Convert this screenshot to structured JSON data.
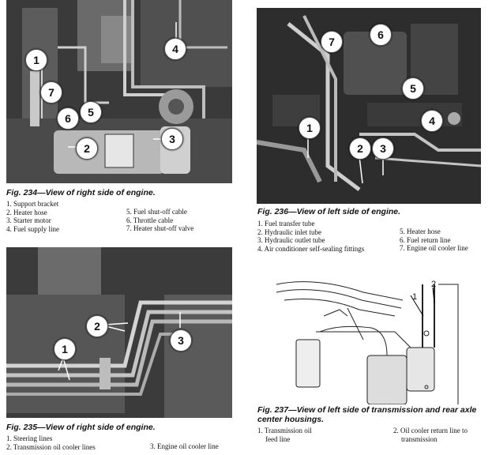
{
  "fig234": {
    "caption": "Fig. 234—View of right side of engine.",
    "callouts": [
      "1",
      "2",
      "3",
      "4",
      "5",
      "6",
      "7"
    ],
    "legend": {
      "col1": [
        "1. Support bracket",
        "2. Heater hose",
        "3. Starter motor",
        "4. Fuel supply line"
      ],
      "col2": [
        "5. Fuel shut-off cable",
        "6. Throttle cable",
        "7. Heater shut-off valve"
      ]
    }
  },
  "fig236": {
    "caption": "Fig. 236—View of left side of engine.",
    "callouts": [
      "1",
      "2",
      "3",
      "4",
      "5",
      "6",
      "7"
    ],
    "legend": {
      "col1": [
        "1. Fuel transfer tube",
        "2. Hydraulic inlet tube",
        "3. Hydraulic outlet tube",
        "4. Air conditioner self-sealing fittings"
      ],
      "col2": [
        "5. Heater hose",
        "6. Fuel return line",
        "7. Engine oil cooler line"
      ]
    }
  },
  "fig235": {
    "caption": "Fig. 235—View of right side of engine.",
    "callouts": [
      "1",
      "2",
      "3"
    ],
    "legend": {
      "col1": [
        "1. Steering lines",
        "2. Transmission oil cooler lines"
      ],
      "col2": [
        "3. Engine oil cooler line"
      ]
    }
  },
  "fig237": {
    "caption_line1": "Fig. 237—View of left side of transmission and rear axle",
    "caption_line2": "center housings.",
    "labels": [
      "1",
      "2"
    ],
    "legend": {
      "item1_line1": "1. Transmission oil",
      "item1_line2": "feed line",
      "item2_line1": "2. Oil cooler return line to",
      "item2_line2": "transmission"
    }
  }
}
